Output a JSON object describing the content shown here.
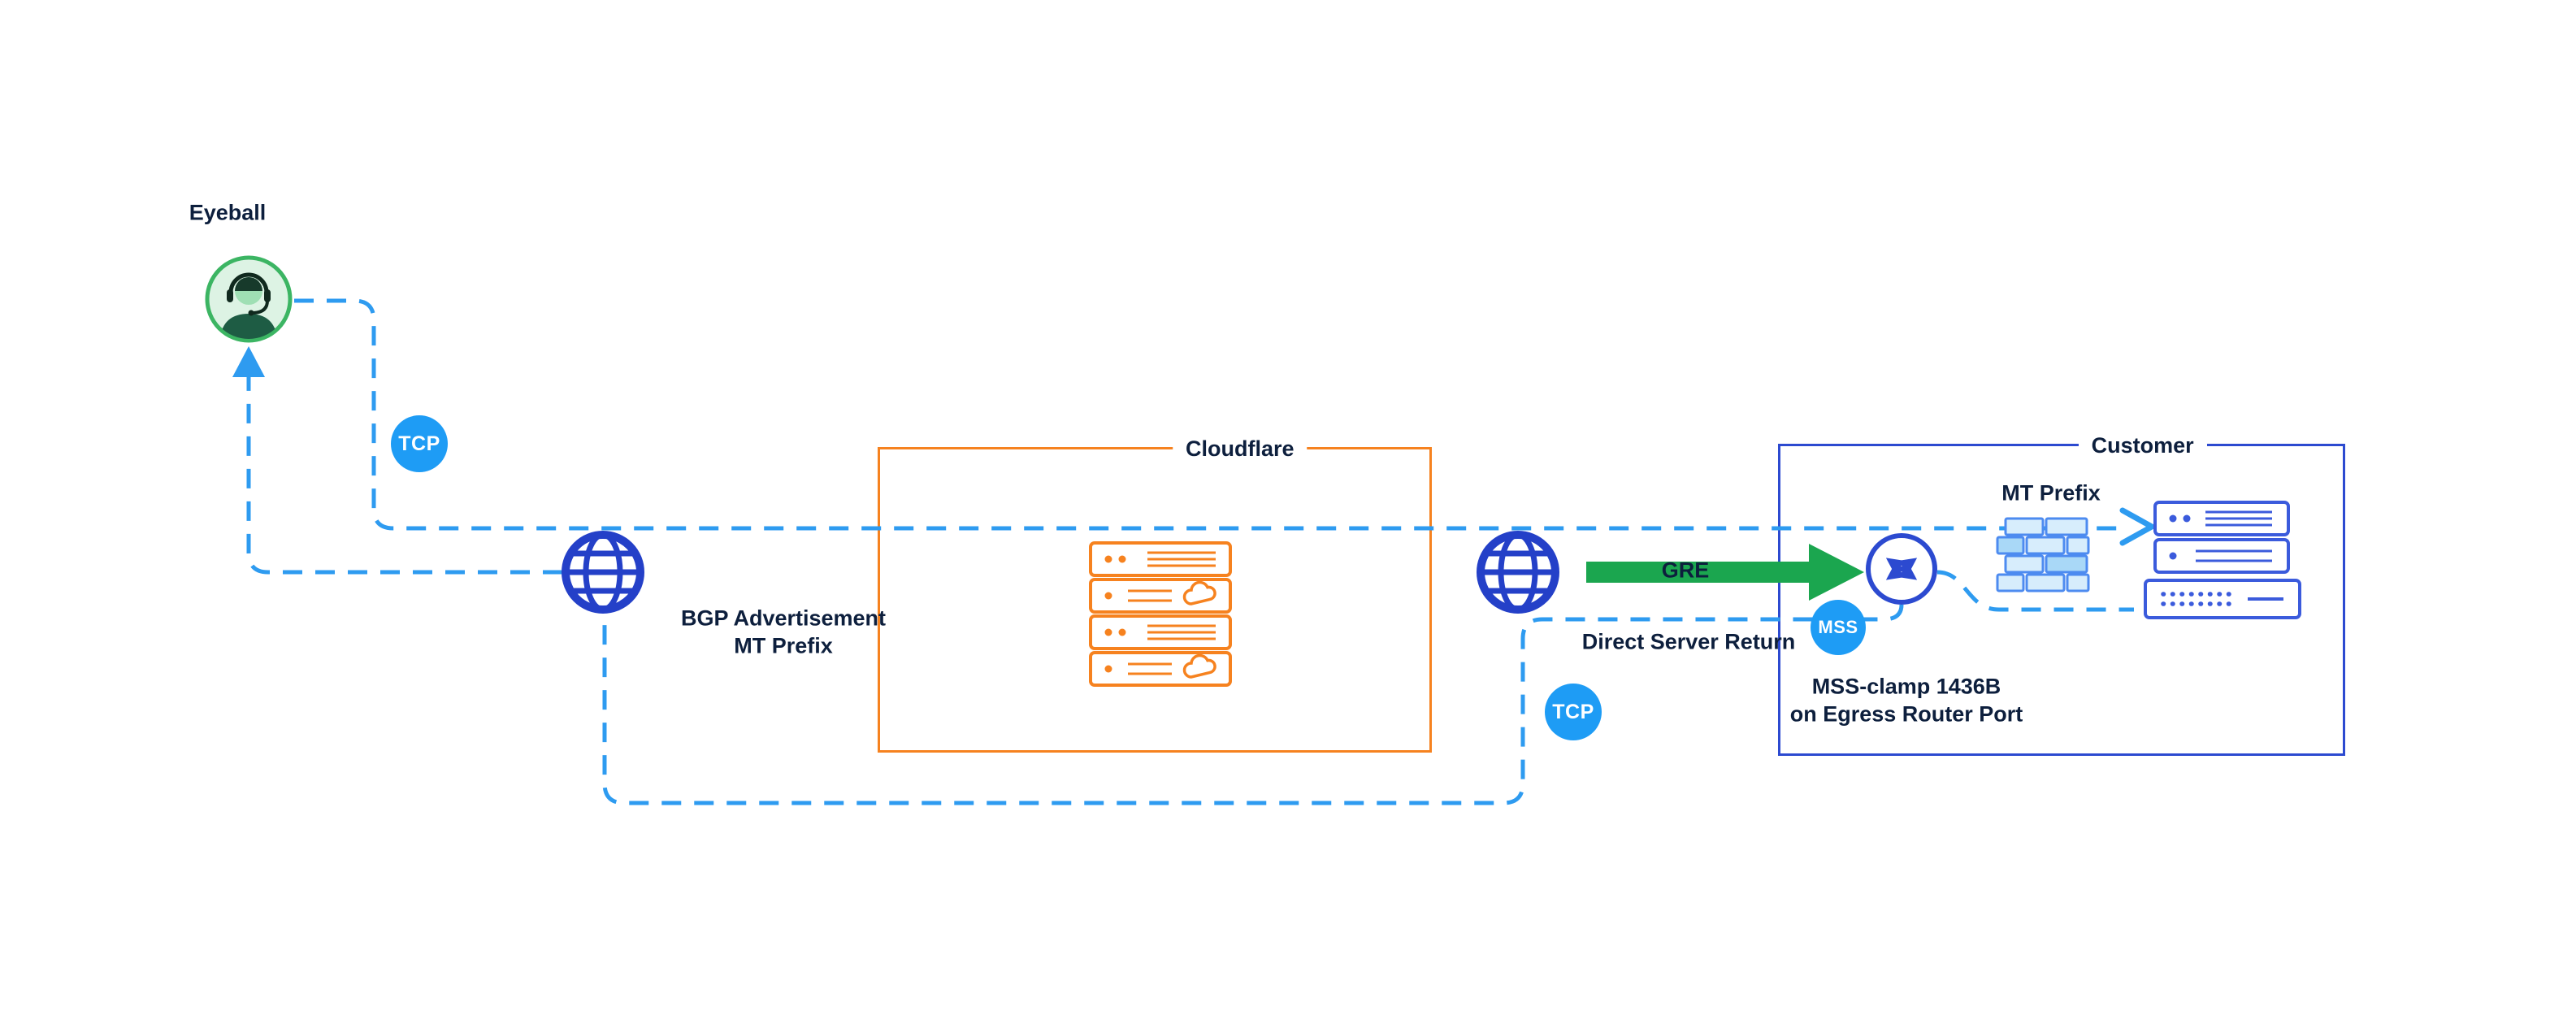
{
  "nodes": {
    "eyeball": {
      "label": "Eyeball",
      "icon": "eyeball-person-icon"
    },
    "internet_left": {
      "icon": "internet-globe-icon"
    },
    "internet_right": {
      "icon": "internet-globe-icon"
    },
    "cloudflare_box": {
      "title": "Cloudflare",
      "icon": "cloudflare-server-stack-icon"
    },
    "customer_box": {
      "title": "Customer",
      "icons": [
        "router-icon",
        "firewall-icon",
        "customer-server-icons"
      ]
    }
  },
  "labels": {
    "bgp_advertisement_line1": "BGP Advertisement",
    "bgp_advertisement_line2": "MT Prefix",
    "gre": "GRE",
    "direct_server_return": "Direct Server Return",
    "mss_clamp_line1": "MSS-clamp 1436B",
    "mss_clamp_line2": "on Egress Router Port",
    "mt_prefix": "MT Prefix"
  },
  "badges": {
    "tcp_ingress": {
      "label": "TCP",
      "color": "#1E9CF5"
    },
    "tcp_return": {
      "label": "TCP",
      "color": "#1E9CF5"
    },
    "mss": {
      "label": "MSS",
      "color": "#1E9CF5"
    }
  },
  "colors": {
    "flow_line_blue": "#2E9BF0",
    "gre_arrow_green": "#1BA64F",
    "cloudflare_orange": "#F6821F",
    "customer_indigo": "#2C4AD0",
    "globe_blue": "#2440C8",
    "server_blue": "#3B5BDC",
    "firewall_fill": "#D7EDFC",
    "text_navy": "#0D1F3D",
    "eyeball_green": "#3CB563",
    "background": "#FFFFFF"
  }
}
